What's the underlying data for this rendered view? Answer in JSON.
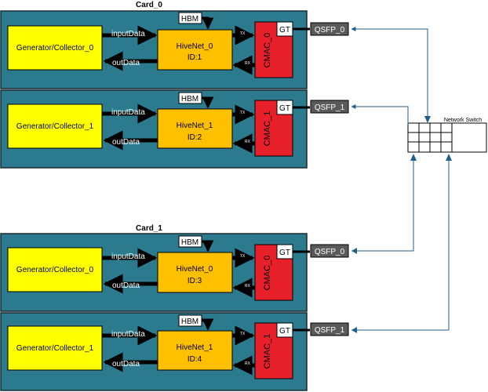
{
  "colors": {
    "card_bg": "#2b7a8e",
    "card_border": "#1a2a30",
    "generator": "#ffff00",
    "hivenet": "#ffc000",
    "cmac": "#e8202a",
    "qsfp": "#5a5a5a",
    "link": "#1f5f8f"
  },
  "cards": [
    {
      "title": "Card_0",
      "lanes": [
        {
          "generator": "Generator/Collector_0",
          "input": "inputData",
          "output": "outData",
          "hbm": "HBM",
          "hivenet": "HiveNet_0",
          "hivenet_id": "ID:1",
          "cmac": "CMAC_0",
          "gt": "GT",
          "tx": "TX",
          "rx": "RX",
          "qsfp": "QSFP_0"
        },
        {
          "generator": "Generator/Collector_1",
          "input": "inputData",
          "output": "outData",
          "hbm": "HBM",
          "hivenet": "HiveNet_1",
          "hivenet_id": "ID:2",
          "cmac": "CMAC_1",
          "gt": "GT",
          "tx": "TX",
          "rx": "RX",
          "qsfp": "QSFP_1"
        }
      ]
    },
    {
      "title": "Card_1",
      "lanes": [
        {
          "generator": "Generator/Collector_0",
          "input": "inputData",
          "output": "outData",
          "hbm": "HBM",
          "hivenet": "HiveNet_0",
          "hivenet_id": "ID:3",
          "cmac": "CMAC_0",
          "gt": "GT",
          "tx": "TX",
          "rx": "RX",
          "qsfp": "QSFP_0"
        },
        {
          "generator": "Generator/Collector_1",
          "input": "inputData",
          "output": "outData",
          "hbm": "HBM",
          "hivenet": "HiveNet_1",
          "hivenet_id": "ID:4",
          "cmac": "CMAC_1",
          "gt": "GT",
          "tx": "TX",
          "rx": "RX",
          "qsfp": "QSFP_1"
        }
      ]
    }
  ],
  "network_switch": {
    "label": "Network Switch"
  }
}
